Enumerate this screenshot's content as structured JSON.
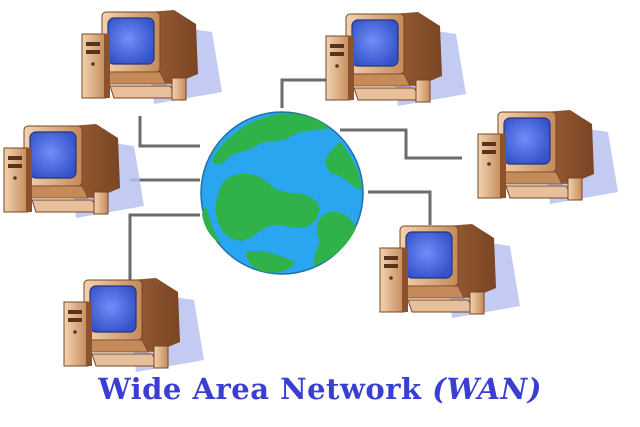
{
  "diagram": {
    "title_main": "Wide Area Network",
    "title_abbr": "(WAN)",
    "center_node_icon": "globe-icon",
    "node_icon": "desktop-computer-icon",
    "node_count": 6,
    "colors": {
      "caption": "#3b3fd1",
      "ocean": "#2aa6f0",
      "land": "#2fb24a",
      "link": "#6b6b6b",
      "case": "#d8a77a",
      "screen": "#4a74e8",
      "shadow": "#b9c2f0"
    }
  }
}
